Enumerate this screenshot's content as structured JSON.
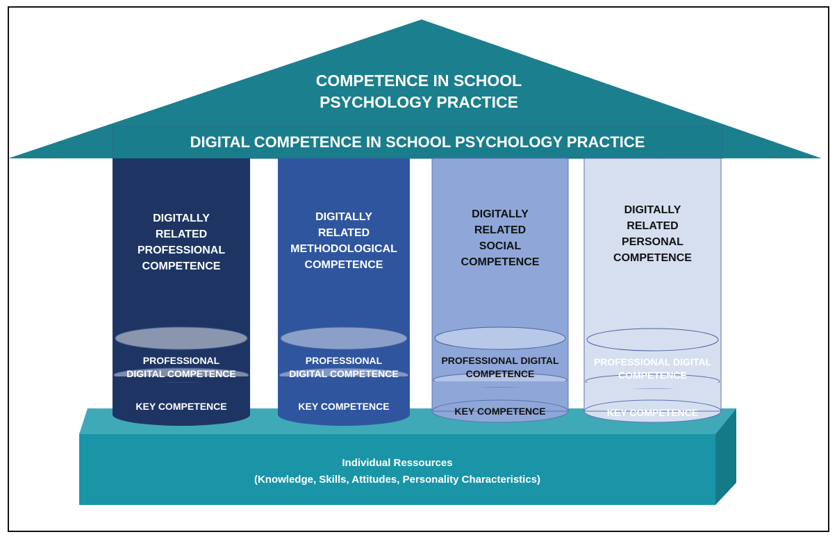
{
  "roof": {
    "title_lines": [
      "COMPETENCE IN SCHOOL",
      "PSYCHOLOGY PRACTICE"
    ],
    "band_label": "DIGITAL COMPETENCE IN SCHOOL PSYCHOLOGY PRACTICE"
  },
  "pillars": [
    {
      "title_lines": [
        "DIGITALLY",
        "RELATED",
        "PROFESSIONAL",
        "COMPETENCE"
      ],
      "upper_label_lines": [
        "PROFESSIONAL",
        "DIGITAL COMPETENCE"
      ],
      "lower_label": "KEY COMPETENCE",
      "color": "#1e3564"
    },
    {
      "title_lines": [
        "DIGITALLY",
        "RELATED",
        "METHODOLOGICAL",
        "COMPETENCE"
      ],
      "upper_label_lines": [
        "PROFESSIONAL",
        "DIGITAL COMPETENCE"
      ],
      "lower_label": "KEY COMPETENCE",
      "color": "#2f559e"
    },
    {
      "title_lines": [
        "DIGITALLY",
        "RELATED",
        "SOCIAL",
        "COMPETENCE"
      ],
      "upper_label_lines": [
        "PROFESSIONAL DIGITAL",
        "COMPETENCE"
      ],
      "lower_label": "KEY COMPETENCE",
      "color": "#8fa7d8"
    },
    {
      "title_lines": [
        "DIGITALLY",
        "RELATED",
        "PERSONAL",
        "COMPETENCE"
      ],
      "upper_label_lines": [
        "PROFESSIONAL DIGITAL",
        "COMPETENCE"
      ],
      "lower_label": "KEY COMPETENCE",
      "color": "#d6dff0"
    }
  ],
  "foundation": {
    "title": "Individual Ressources",
    "subtitle": "(Knowledge, Skills, Attitudes, Personality Characteristics)"
  },
  "colors": {
    "teal": "#1b7f8e",
    "base_front": "#1a95a8",
    "base_top": "#3fa9b8",
    "base_side": "#157a88"
  }
}
